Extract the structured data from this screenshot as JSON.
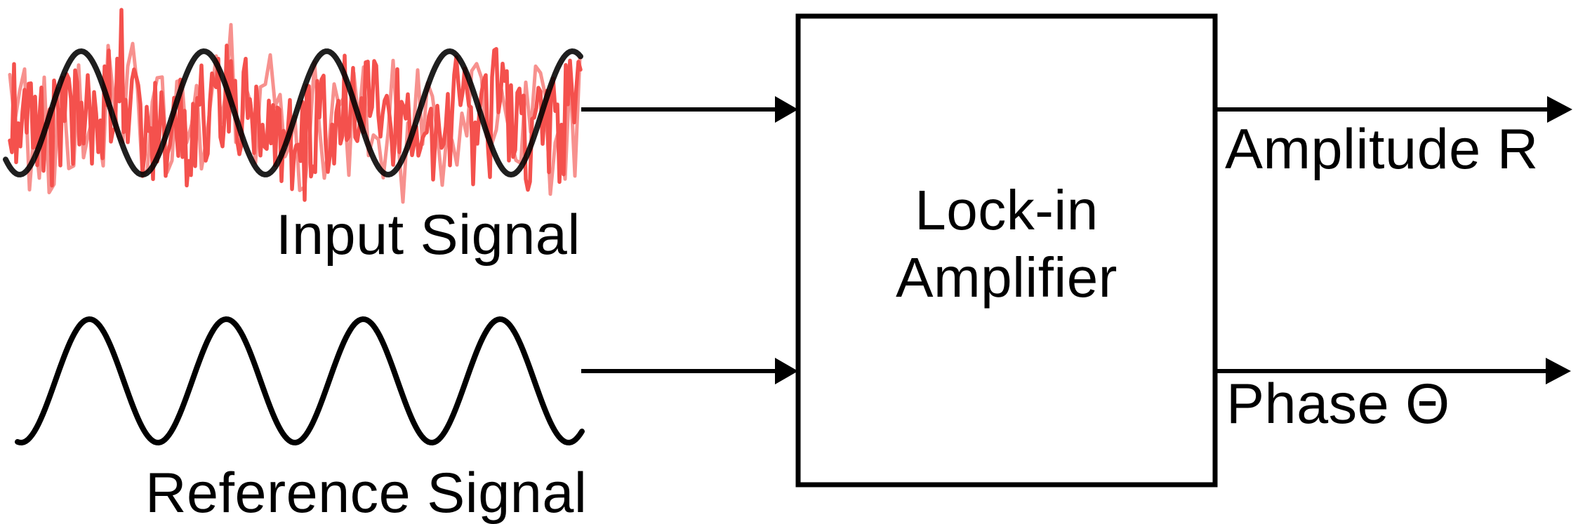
{
  "input_signal": {
    "label": "Input Signal",
    "noise_color": "#f4514d",
    "noise_highlight_color": "#f7918e",
    "carrier_color": "#000000",
    "description": "noisy sinusoid, 5 visible periods"
  },
  "reference_signal": {
    "label": "Reference Signal",
    "color": "#000000",
    "description": "clean sinusoid, 4 visible periods"
  },
  "amplifier_box": {
    "line1": "Lock-in",
    "line2": "Amplifier",
    "border_color": "#000000"
  },
  "outputs": {
    "amplitude_label": "Amplitude R",
    "phase_label": "Phase Θ"
  },
  "arrow_color": "#000000"
}
